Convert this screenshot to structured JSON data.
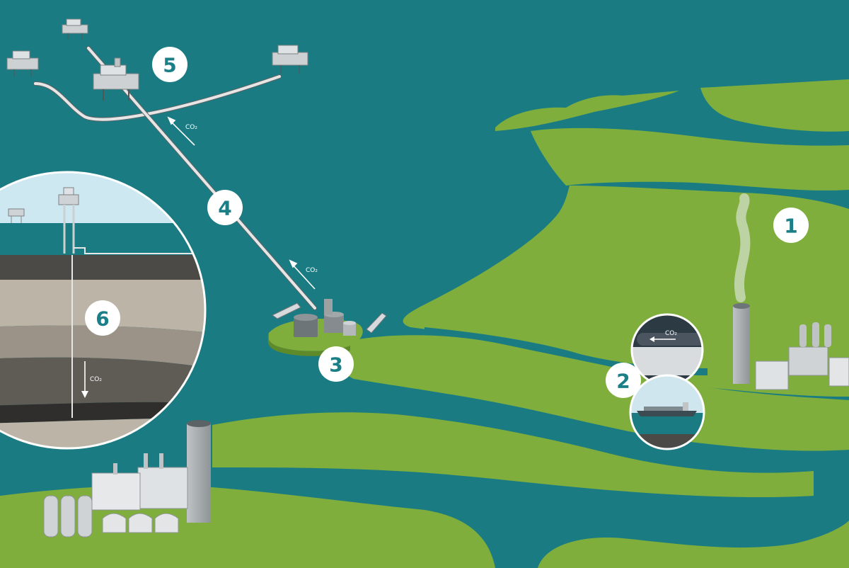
{
  "diagram": {
    "steps": [
      {
        "id": "1",
        "label": "1"
      },
      {
        "id": "2",
        "label": "2"
      },
      {
        "id": "3",
        "label": "3"
      },
      {
        "id": "4",
        "label": "4"
      },
      {
        "id": "5",
        "label": "5"
      },
      {
        "id": "6",
        "label": "6"
      }
    ],
    "co2_labels": [
      "CO₂",
      "CO₂",
      "CO₂",
      "CO₂"
    ],
    "colors": {
      "sea": "#1a7c82",
      "land": "#7fae3c",
      "land_shadow": "#5e8a2a",
      "marker_text": "#1b7f88",
      "pipeline": "#e6e6e6"
    }
  }
}
